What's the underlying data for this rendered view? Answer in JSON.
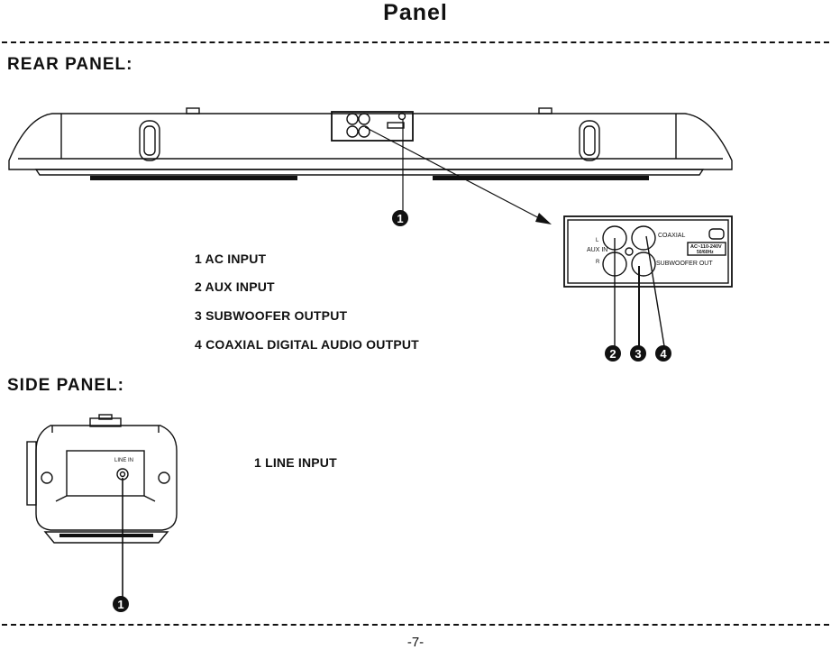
{
  "page": {
    "title": "Panel",
    "page_number": "-7-"
  },
  "rear_panel": {
    "heading": "REAR PANEL:",
    "legend": [
      "1 AC INPUT",
      "2 AUX INPUT",
      "3 SUBWOOFER OUTPUT",
      "4 COAXIAL DIGITAL AUDIO OUTPUT"
    ],
    "callouts": [
      "1",
      "2",
      "3",
      "4"
    ],
    "jack_panel": {
      "aux_label": "AUX IN",
      "l_label": "L",
      "r_label": "R",
      "coaxial_label": "COAXIAL",
      "subwoofer_label": "SUBWOOFER OUT",
      "rating_line1": "AC~110-240V",
      "rating_line2": "50/60Hz"
    }
  },
  "side_panel": {
    "heading": "SIDE PANEL:",
    "legend": [
      "1 LINE INPUT"
    ],
    "callouts": [
      "1"
    ],
    "jack_label": "LINE IN"
  }
}
